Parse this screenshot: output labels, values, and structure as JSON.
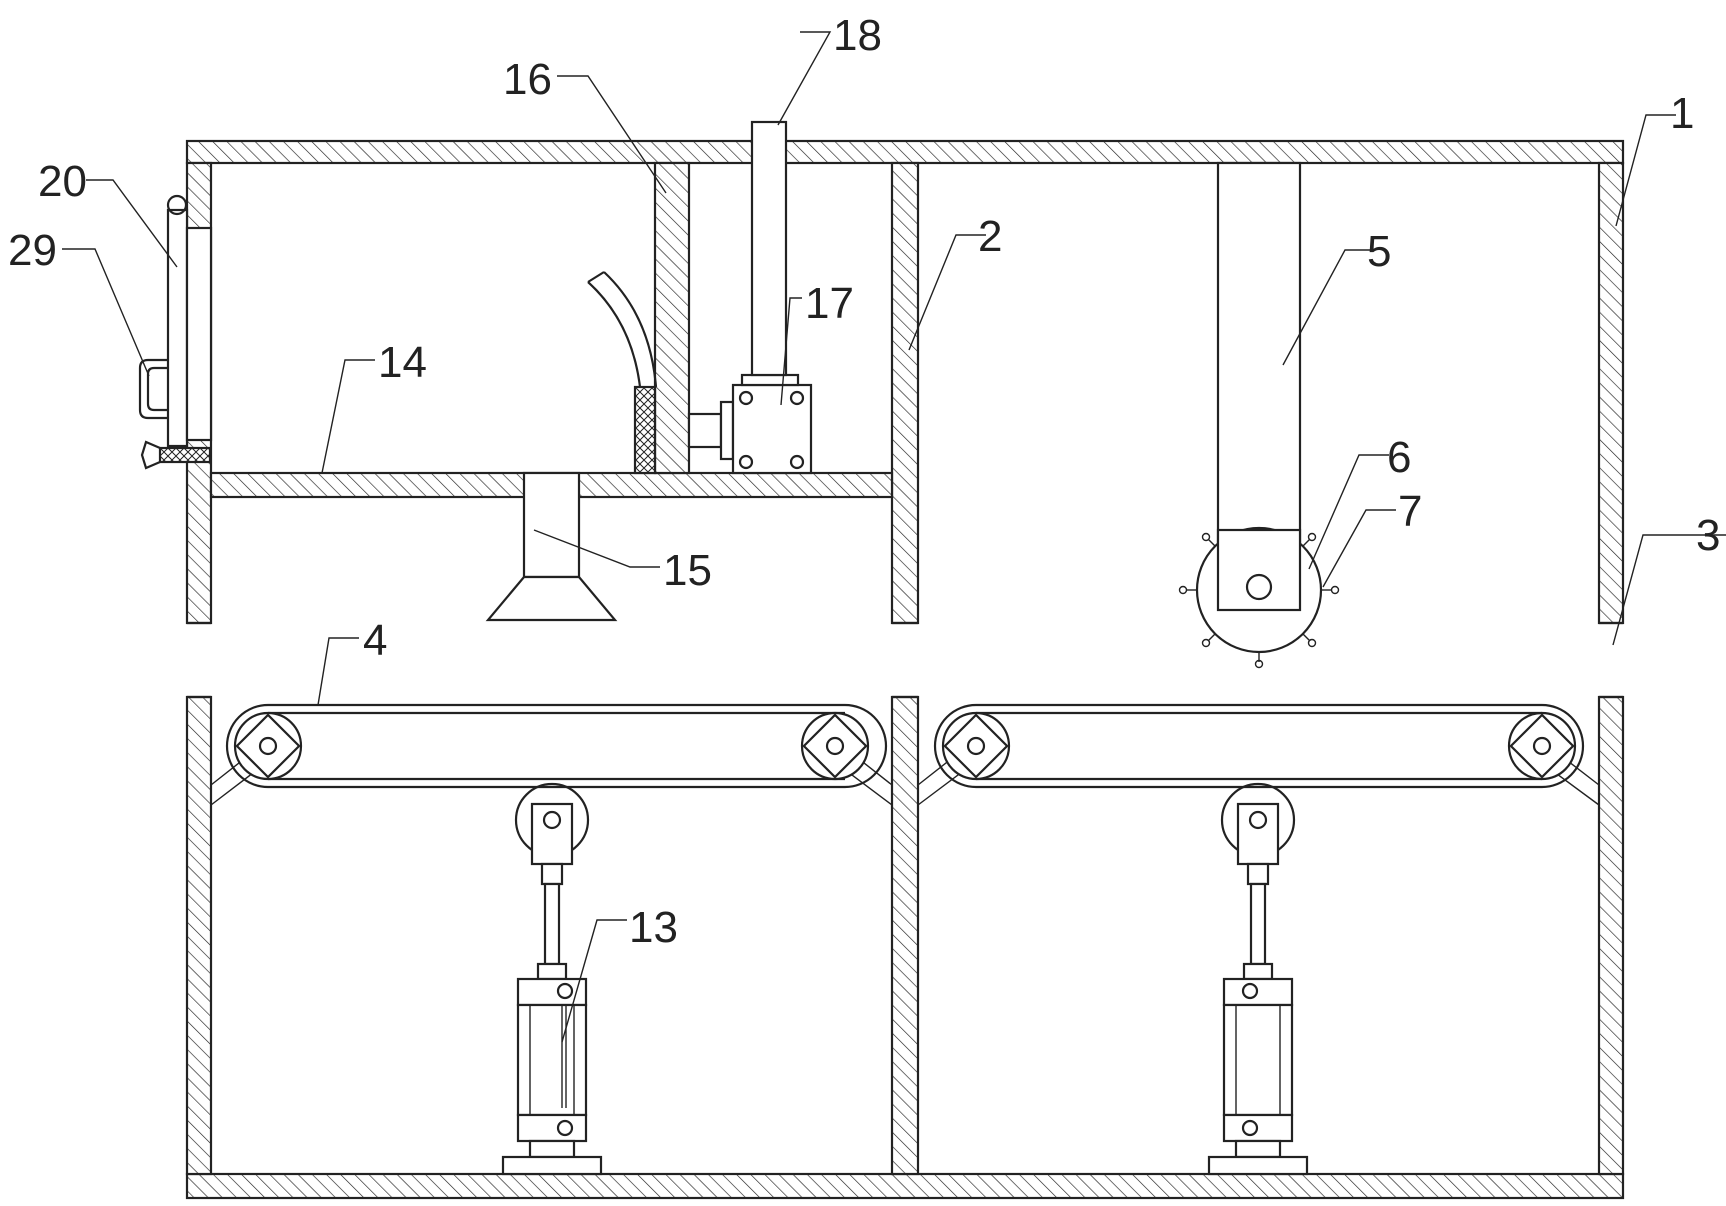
{
  "drawing": {
    "labels": {
      "l1": "1",
      "l2": "2",
      "l3": "3",
      "l4": "4",
      "l5": "5",
      "l6": "6",
      "l7": "7",
      "l13": "13",
      "l14": "14",
      "l15": "15",
      "l16": "16",
      "l17": "17",
      "l18": "18",
      "l20": "20",
      "l29": "29"
    }
  },
  "colors": {
    "line": "#222222",
    "background": "#ffffff"
  }
}
